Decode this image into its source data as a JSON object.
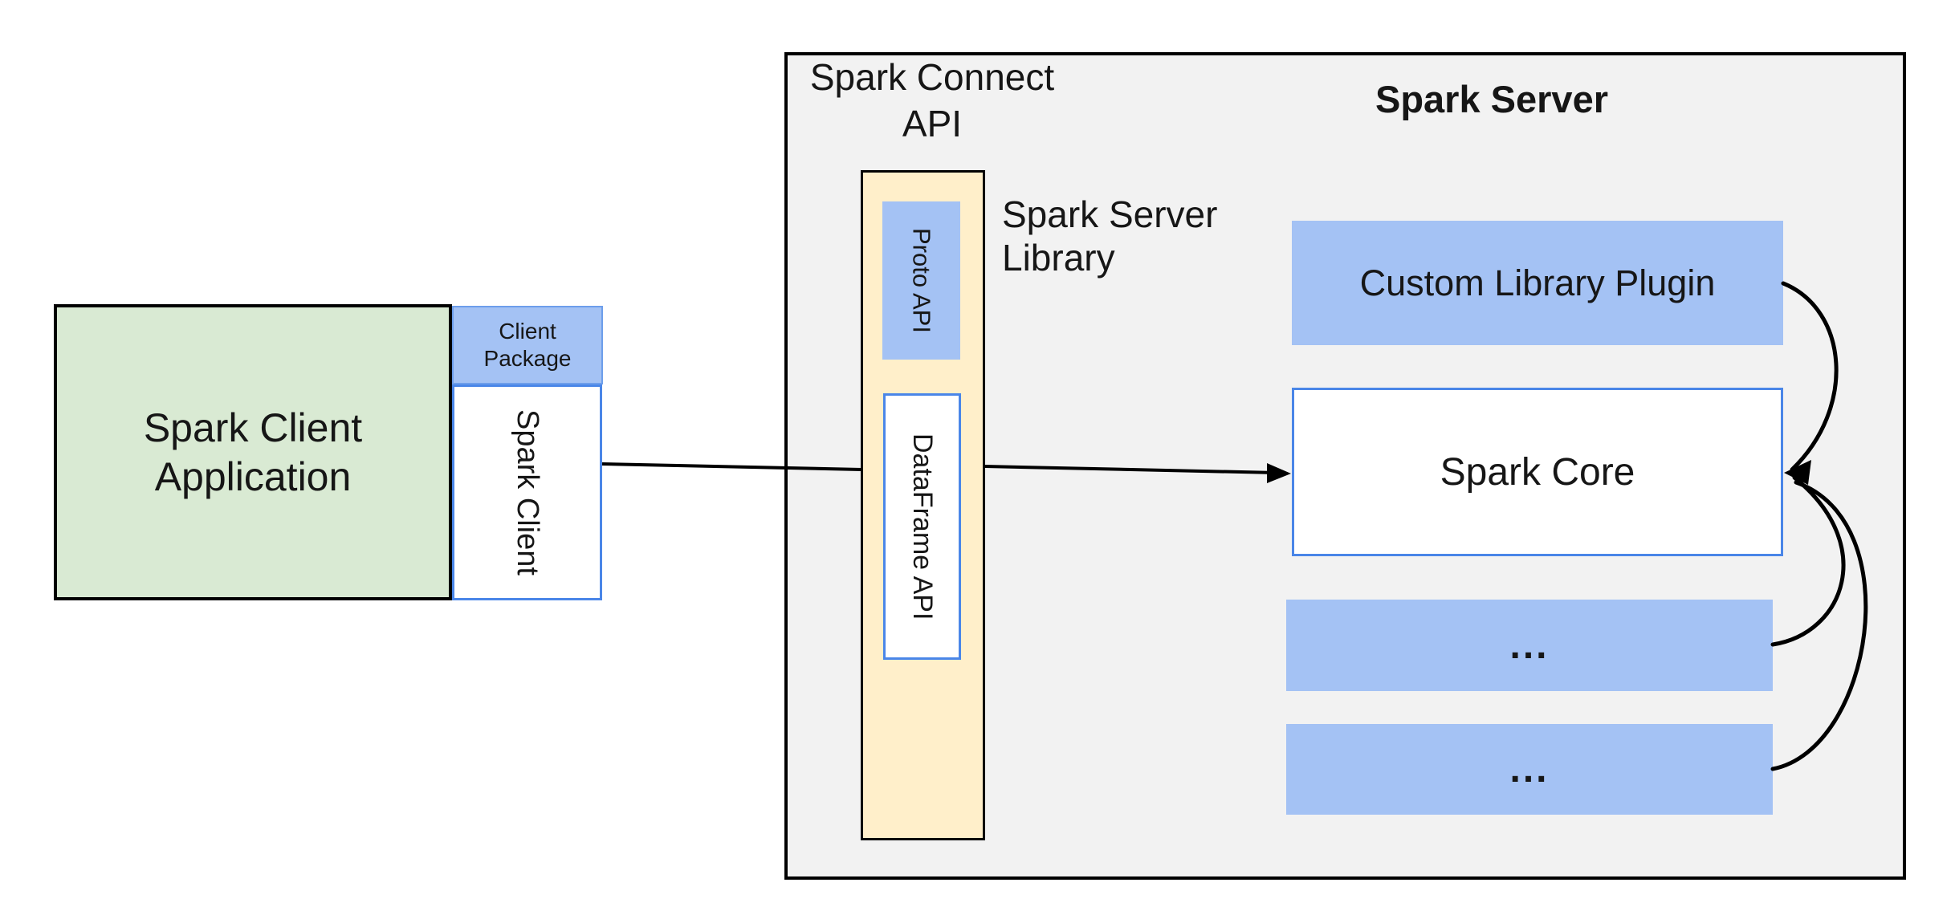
{
  "diagram": {
    "client": {
      "application_label": "Spark Client\nApplication",
      "package_label": "Client\nPackage",
      "spark_client_label": "Spark Client"
    },
    "connect_api": {
      "title": "Spark Connect\nAPI",
      "proto_api_label": "Proto API",
      "dataframe_api_label": "DataFrame API",
      "server_library_label": "Spark Server\nLibrary"
    },
    "server": {
      "title": "Spark Server",
      "custom_plugin_label": "Custom Library Plugin",
      "spark_core_label": "Spark Core",
      "placeholder_1": "...",
      "placeholder_2": "..."
    },
    "colors": {
      "green_fill": "#d9ead3",
      "blue_fill": "#a4c2f4",
      "yellow_fill": "#ffefca",
      "gray_fill": "#f2f2f2",
      "blue_border": "#4a86e8",
      "package_border": "#6d9eeb",
      "line": "#000000"
    }
  }
}
